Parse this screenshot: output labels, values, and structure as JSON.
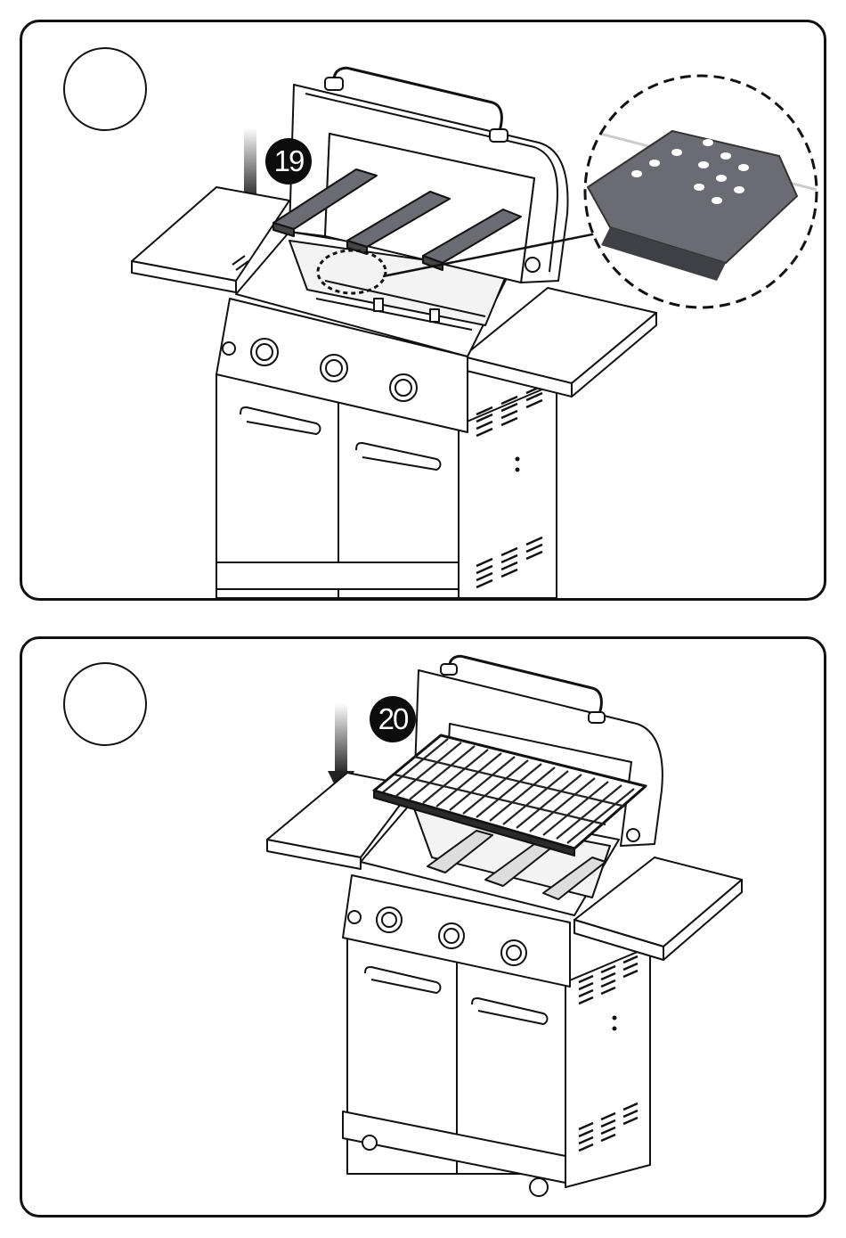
{
  "panels": [
    {
      "callout": "19"
    },
    {
      "callout": "20"
    }
  ],
  "colors": {
    "line": "#111111",
    "part_fill": "#6b6b73",
    "grate_fill": "#2a2a2a"
  },
  "icons": [
    "down-arrow-icon",
    "zoom-detail-circle"
  ]
}
